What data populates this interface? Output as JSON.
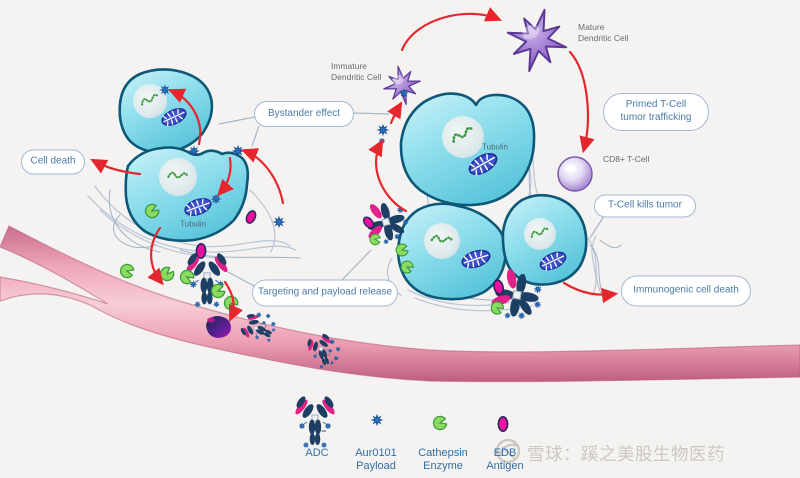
{
  "diagram": {
    "callouts": {
      "cell_death": "Cell death",
      "bystander_effect": "Bystander effect",
      "targeting_payload": "Targeting and payload release",
      "primed_tcell": "Primed T-Cell\ntumor trafficking",
      "tcell_kills_tumor": "T-Cell kills tumor",
      "immunogenic_cell_death": "Immunogenic cell death"
    },
    "annotations": {
      "immature_dc": "Immature\nDendritic Cell",
      "mature_dc": "Mature\nDendritic Cell",
      "cd8_tcell": "CD8+ T-Cell",
      "tubulin_left": "Tubulin",
      "tubulin_right": "Tubulin"
    },
    "legend": [
      {
        "id": "adc",
        "label": "ADC"
      },
      {
        "id": "payload",
        "label": "Aur0101\nPayload"
      },
      {
        "id": "cathepsin",
        "label": "Cathepsin\nEnzyme"
      },
      {
        "id": "antigen",
        "label": "EDB\nAntigen"
      }
    ],
    "watermark": {
      "text": "雪球：蹊之美股生物医药"
    },
    "colors": {
      "background": "#f4f3f1",
      "tumor_cell": "#8fdceb",
      "tumor_cell_border": "#0d5878",
      "vessel_pink": "#efa9bb",
      "arrow_red": "#e4272e",
      "antibody_navy": "#1d3f63",
      "antigen_magenta": "#ec0f9d",
      "payload_blue": "#2a6fc0",
      "cathepsin_green": "#8bdb60",
      "dendritic_purple": "#9a74cc",
      "callout_text": "#4a7aa8",
      "legend_text": "#2f6ea6"
    }
  }
}
